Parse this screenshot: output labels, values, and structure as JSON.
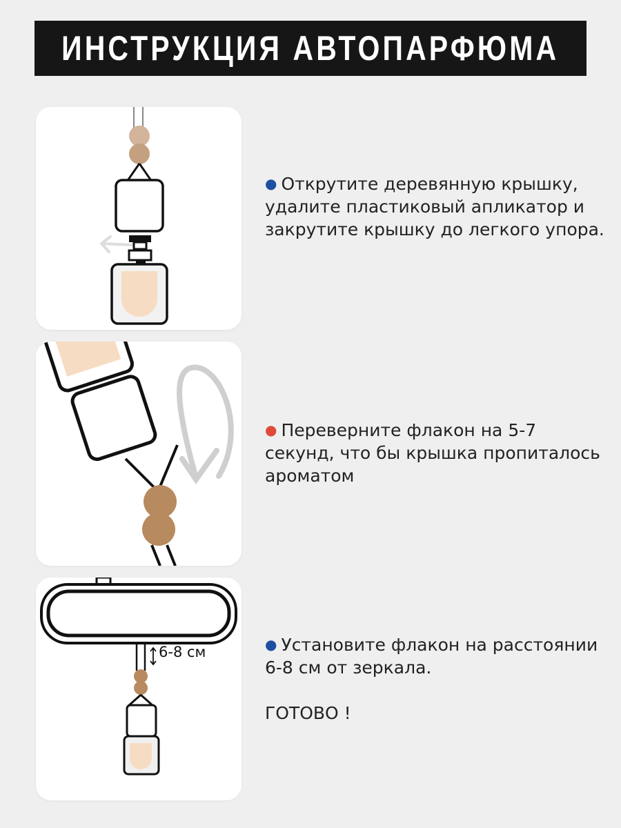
{
  "header": {
    "title": "ИНСТРУКЦИЯ АВТОПАРФЮМА"
  },
  "steps": [
    {
      "text": "Открутите деревянную крышку, удалите пластиковый апликатор и закрутите крышку до легкого упора.",
      "bullet_color": "#1f4fa0"
    },
    {
      "text": "Переверните флакон на 5-7 секунд, что бы крышка пропиталось ароматом",
      "bullet_color": "#e04a3a"
    },
    {
      "text": "Установите флакон на расстоянии 6-8 см от зеркала.",
      "bullet_color": "#1f4fa0",
      "extra": "ГОТОВО !"
    }
  ],
  "illustration": {
    "distance_label": "6-8 см"
  },
  "colors": {
    "bead": "#b88a5f",
    "liquid": "#f6dcc2"
  }
}
